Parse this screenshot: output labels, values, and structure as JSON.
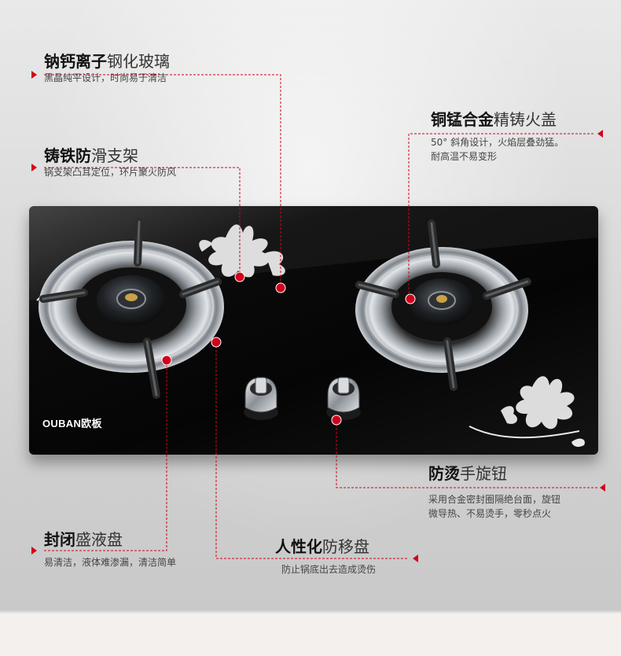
{
  "brand": {
    "logo_text": "OUBAN欧板"
  },
  "colors": {
    "accent": "#d0021b",
    "glass": "#050505",
    "steel": "#b8bcc0"
  },
  "features": {
    "glass": {
      "title_bold": "钠钙离子",
      "title_light": "钢化玻璃",
      "desc": [
        "黑晶纯平设计，时尚易于清洁"
      ]
    },
    "support": {
      "title_bold": "铸铁防",
      "title_light": "滑支架",
      "desc": [
        "锅支架凸耳定位，环片聚火防风"
      ]
    },
    "cap": {
      "title_bold": "铜锰合金",
      "title_light": "精铸火盖",
      "desc": [
        "50° 斜角设计，火焰层叠劲猛。",
        "耐高温不易变形"
      ]
    },
    "knob": {
      "title_bold": "防烫",
      "title_light": "手旋钮",
      "desc": [
        "采用合金密封圈隔绝台面，旋钮",
        "微导热、不易烫手，零秒点火"
      ]
    },
    "drip": {
      "title_bold": "封闭",
      "title_light": "盛液盘",
      "desc": [
        "易清洁，液体难渗漏，清洁简单"
      ]
    },
    "pan": {
      "title_bold": "人性化",
      "title_light": "防移盘",
      "desc": [
        "防止锅底出去造成烫伤"
      ]
    }
  }
}
